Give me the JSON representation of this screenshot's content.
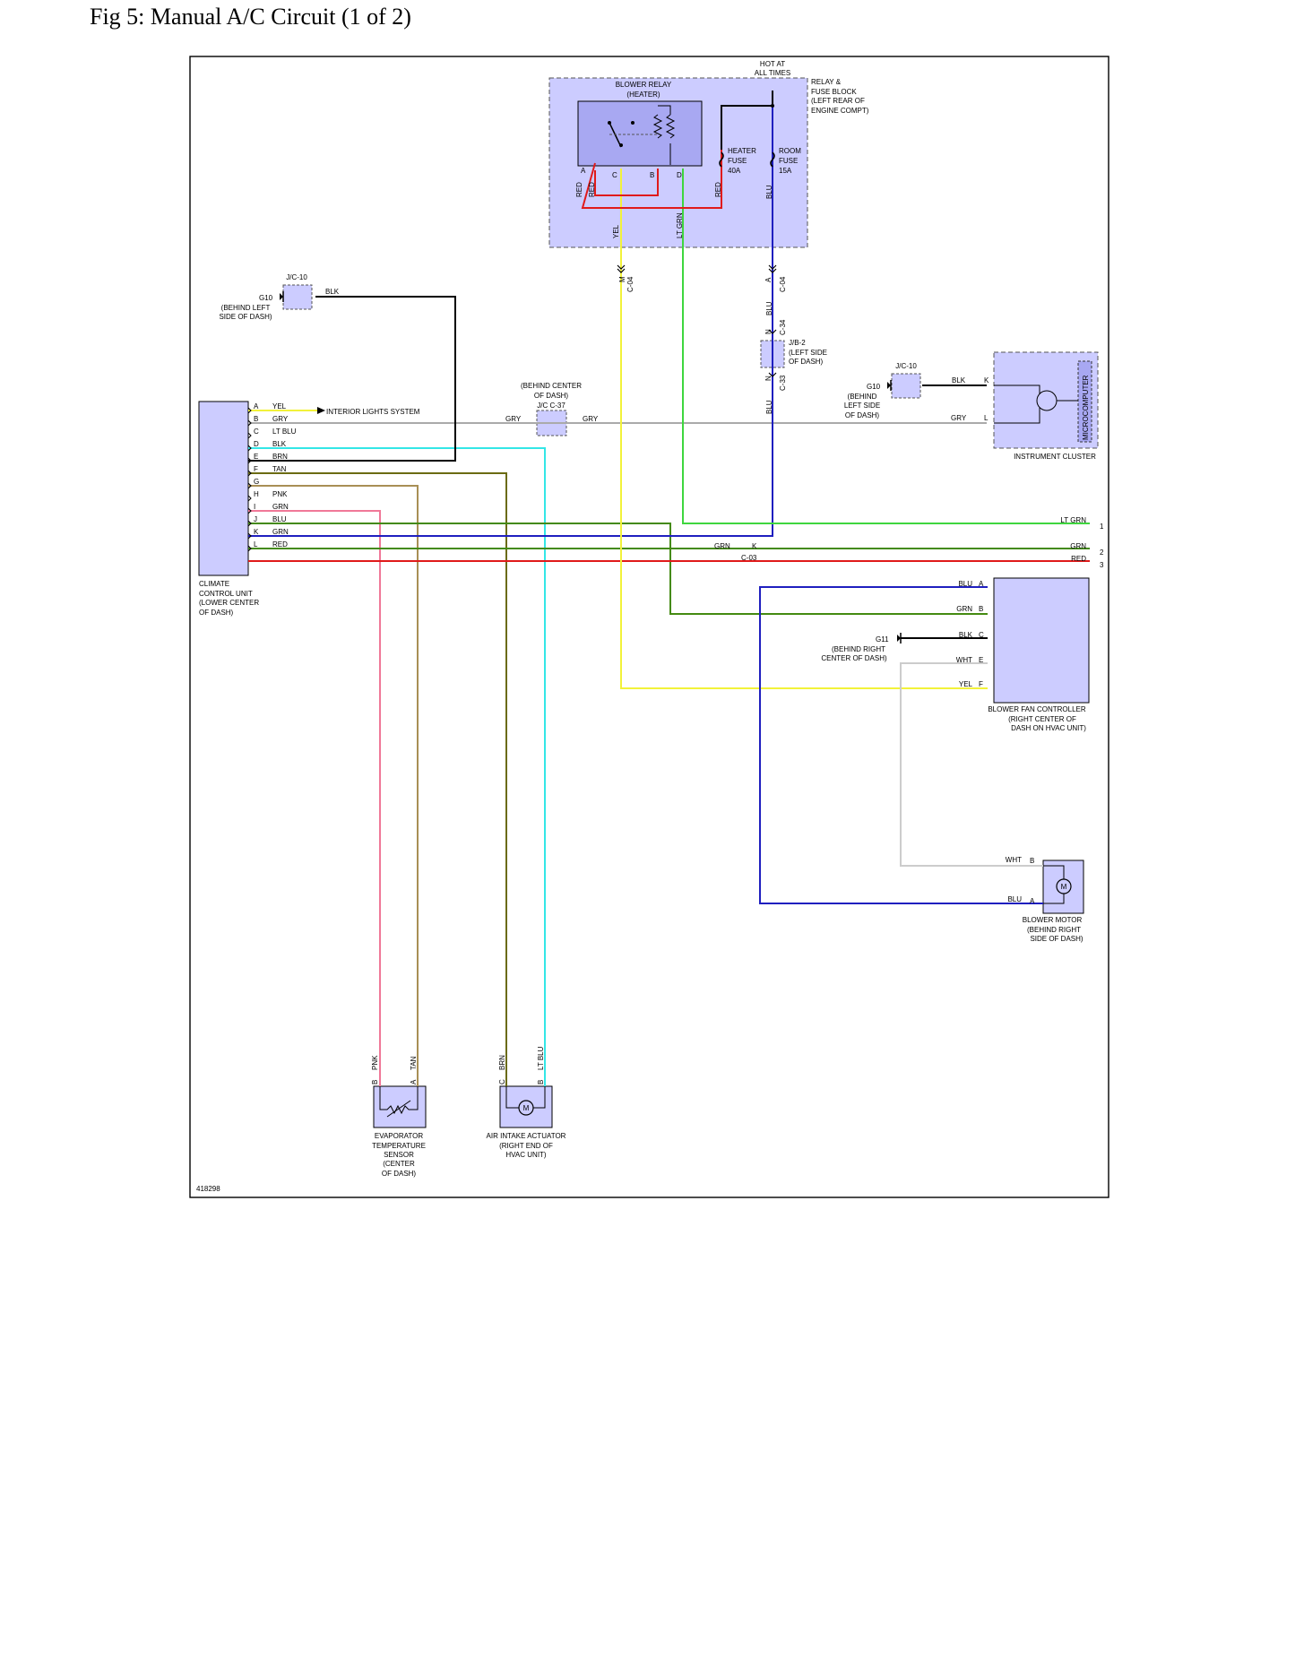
{
  "figure_title": "Fig 5: Manual A/C Circuit (1 of 2)",
  "diagram_id": "418298",
  "colors": {
    "component_fill": "#ccccff",
    "relay_fill": "#a8a8f2",
    "border": "#000000",
    "YEL": "#f2f23a",
    "GRY": "#aaaaaa",
    "LT BLU": "#33e6e6",
    "BLK": "#000000",
    "BRN": "#6b6b12",
    "TAN": "#a88f55",
    "PNK": "#f07898",
    "GRN": "#448a11",
    "BLU": "#1f1fbf",
    "RED": "#e01a1a",
    "LT GRN": "#3ed63e",
    "WHT": "#cccccc"
  },
  "relay_block": {
    "hot_at_all_times": [
      "HOT AT",
      "ALL TIMES"
    ],
    "location": [
      "RELAY &",
      "FUSE BLOCK",
      "(LEFT REAR OF",
      "ENGINE COMPT)"
    ],
    "blower_relay": [
      "BLOWER RELAY",
      "(HEATER)"
    ],
    "pins": [
      "A",
      "C",
      "B",
      "D"
    ],
    "heater_fuse": [
      "HEATER",
      "FUSE",
      "40A"
    ],
    "room_fuse": [
      "ROOM",
      "FUSE",
      "15A"
    ],
    "wire_labels": [
      "RED",
      "RED",
      "RED",
      "BLU",
      "YEL",
      "LT GRN"
    ]
  },
  "connectors": {
    "c04_m": {
      "pin": "M",
      "name": "C-04"
    },
    "c04_a": {
      "pin": "A",
      "name": "C-04"
    },
    "c34": {
      "pin": "N",
      "name": "C-34"
    },
    "jb2": [
      "J/B-2",
      "(LEFT SIDE",
      "OF DASH)"
    ],
    "c33": {
      "pin": "N",
      "name": "C-33"
    },
    "blu_wire_labels": [
      "BLU",
      "BLU"
    ],
    "c37": [
      "(BEHIND CENTER",
      "OF DASH)",
      "J/C C-37"
    ],
    "c03": {
      "pin": "K",
      "name": "C-03"
    }
  },
  "grounds": {
    "g10_left": {
      "jc": "J/C-10",
      "name": "G10",
      "location": [
        "(BEHIND LEFT",
        "SIDE OF DASH)"
      ],
      "wire": "BLK"
    },
    "g10_right": {
      "jc": "J/C-10",
      "name": "G10",
      "location": [
        "(BEHIND",
        "LEFT SIDE",
        "OF DASH)"
      ],
      "wire": "BLK"
    },
    "g11": {
      "name": "G11",
      "location": [
        "(BEHIND RIGHT",
        "CENTER OF DASH)"
      ]
    }
  },
  "climate_control_unit": {
    "name": [
      "CLIMATE",
      "CONTROL UNIT",
      "(LOWER CENTER",
      "OF DASH)"
    ],
    "pins": [
      {
        "pin": "A",
        "wire": "YEL"
      },
      {
        "pin": "B",
        "wire": "GRY"
      },
      {
        "pin": "C",
        "wire": "LT BLU"
      },
      {
        "pin": "D",
        "wire": "BLK"
      },
      {
        "pin": "E",
        "wire": "BRN"
      },
      {
        "pin": "F",
        "wire": "TAN"
      },
      {
        "pin": "G",
        "wire": ""
      },
      {
        "pin": "H",
        "wire": "PNK"
      },
      {
        "pin": "I",
        "wire": "GRN"
      },
      {
        "pin": "J",
        "wire": "BLU"
      },
      {
        "pin": "K",
        "wire": "GRN"
      },
      {
        "pin": "L",
        "wire": "RED"
      }
    ],
    "interior_lights": "INTERIOR LIGHTS SYSTEM"
  },
  "gry_labels": [
    "GRY",
    "GRY",
    "GRY"
  ],
  "instrument_cluster": {
    "name": "INSTRUMENT CLUSTER",
    "microcomputer": "MICROCOMPUTER",
    "pins": [
      {
        "pin": "K",
        "wire": "BLK"
      },
      {
        "pin": "L",
        "wire": "GRY"
      }
    ]
  },
  "outputs": [
    {
      "wire": "LT GRN",
      "num": "1"
    },
    {
      "wire": "GRN",
      "num": "2"
    },
    {
      "wire": "RED",
      "num": "3"
    }
  ],
  "c03_wire": "GRN",
  "blower_fan_controller": {
    "name": [
      "BLOWER FAN CONTROLLER",
      "(RIGHT CENTER OF",
      "DASH ON HVAC UNIT)"
    ],
    "pins": [
      {
        "pin": "A",
        "wire": "BLU"
      },
      {
        "pin": "B",
        "wire": "GRN"
      },
      {
        "pin": "C",
        "wire": "BLK"
      },
      {
        "pin": "E",
        "wire": "WHT"
      },
      {
        "pin": "F",
        "wire": "YEL"
      }
    ]
  },
  "blower_motor": {
    "name": [
      "BLOWER MOTOR",
      "(BEHIND RIGHT",
      "SIDE OF DASH)"
    ],
    "pins": [
      {
        "pin": "B",
        "wire": "WHT"
      },
      {
        "pin": "A",
        "wire": "BLU"
      }
    ]
  },
  "evap_sensor": {
    "name": [
      "EVAPORATOR",
      "TEMPERATURE",
      "SENSOR",
      "(CENTER",
      "OF DASH)"
    ],
    "pins": [
      {
        "pin": "B",
        "wire": "PNK"
      },
      {
        "pin": "A",
        "wire": "TAN"
      }
    ]
  },
  "air_intake": {
    "name": [
      "AIR INTAKE ACTUATOR",
      "(RIGHT END OF",
      "HVAC UNIT)"
    ],
    "pins": [
      {
        "pin": "C",
        "wire": "BRN"
      },
      {
        "pin": "B",
        "wire": "LT BLU"
      }
    ]
  },
  "motor_symbol": "M"
}
